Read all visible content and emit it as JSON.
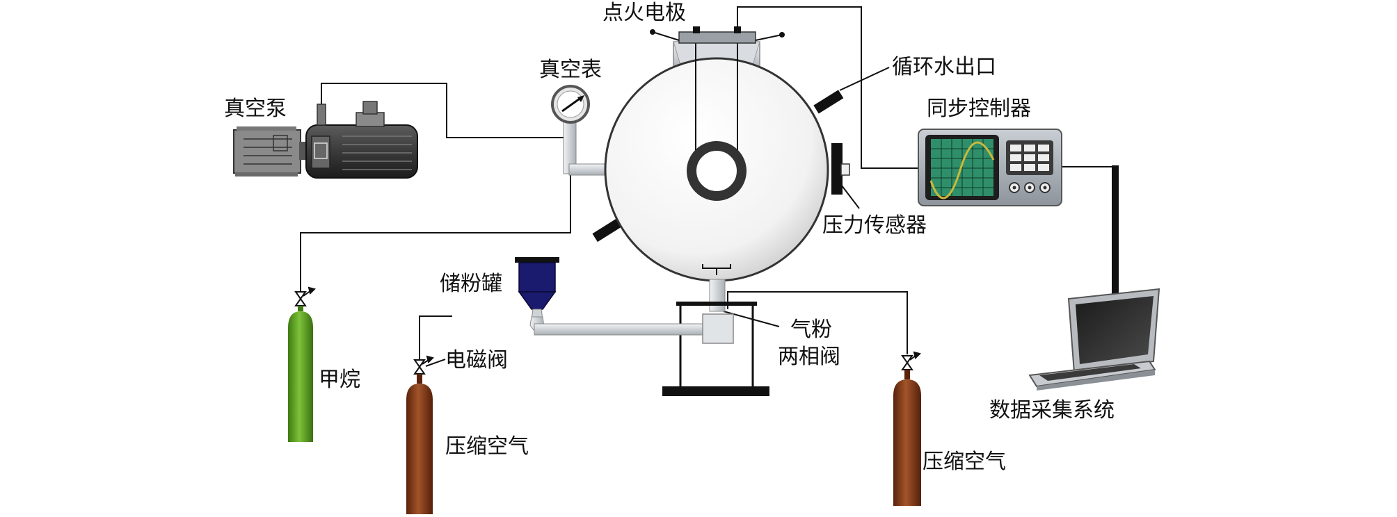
{
  "labels": {
    "ignition_electrode": "点火电极",
    "cooling_water_outlet": "循环水出口",
    "vacuum_gauge": "真空表",
    "vacuum_pump": "真空泵",
    "sync_controller": "同步控制器",
    "pressure_sensor": "压力传感器",
    "powder_tank": "储粉罐",
    "gas_powder_valve_line1": "气粉",
    "gas_powder_valve_line2": "两相阀",
    "solenoid_valve": "电磁阀",
    "methane": "甲烷",
    "compressed_air_left": "压缩空气",
    "compressed_air_right": "压缩空气",
    "data_acquisition": "数据采集系统"
  },
  "colors": {
    "methane_cylinder": "#5a9e1e",
    "air_cylinder": "#7a3212",
    "powder_tank": "#1a1a6e",
    "scope_screen": "#2f8f6a",
    "scope_wave": "#c9b93a",
    "pipe": "#c8ccd0"
  }
}
